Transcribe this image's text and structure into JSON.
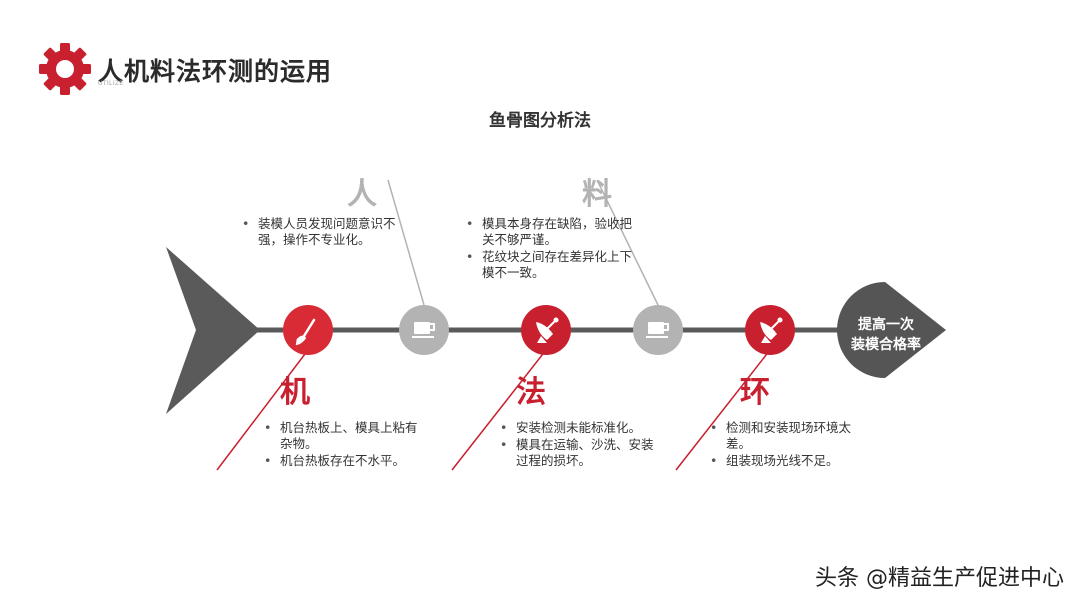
{
  "header": {
    "title": "人机料法环测的运用",
    "subtitle": "UTILIZE",
    "gear_icon": "gear-icon"
  },
  "diagram": {
    "title": "鱼骨图分析法",
    "result": {
      "line1": "提高一次",
      "line2": "装模合格率"
    },
    "categories": [
      {
        "label": "人",
        "position": "top",
        "color": "#b3b3b3",
        "icon": "cup-icon",
        "items": [
          "装模人员发现问题意识不强，操作不专业化。"
        ]
      },
      {
        "label": "料",
        "position": "top",
        "color": "#b3b3b3",
        "icon": "cup-icon",
        "items": [
          "模具本身存在缺陷，验收把关不够严谨。",
          "花纹块之间存在差异化上下模不一致。"
        ]
      },
      {
        "label": "机",
        "position": "bottom",
        "color": "#d92b35",
        "icon": "brush-icon",
        "items": [
          "机台热板上、模具上粘有杂物。",
          "机台热板存在不水平。"
        ]
      },
      {
        "label": "法",
        "position": "bottom",
        "color": "#c8202f",
        "icon": "satellite-icon",
        "items": [
          "安装检测未能标准化。",
          "模具在运输、沙洗、安装过程的损坏。"
        ]
      },
      {
        "label": "环",
        "position": "bottom",
        "color": "#c8202f",
        "icon": "satellite-icon",
        "items": [
          "检测和安装现场环境太差。",
          "组装现场光线不足。"
        ]
      }
    ]
  },
  "watermark": "头条 @精益生产促进中心",
  "colors": {
    "spine": "#5a5a5a",
    "red": "#c8202f",
    "gray": "#b3b3b3"
  }
}
